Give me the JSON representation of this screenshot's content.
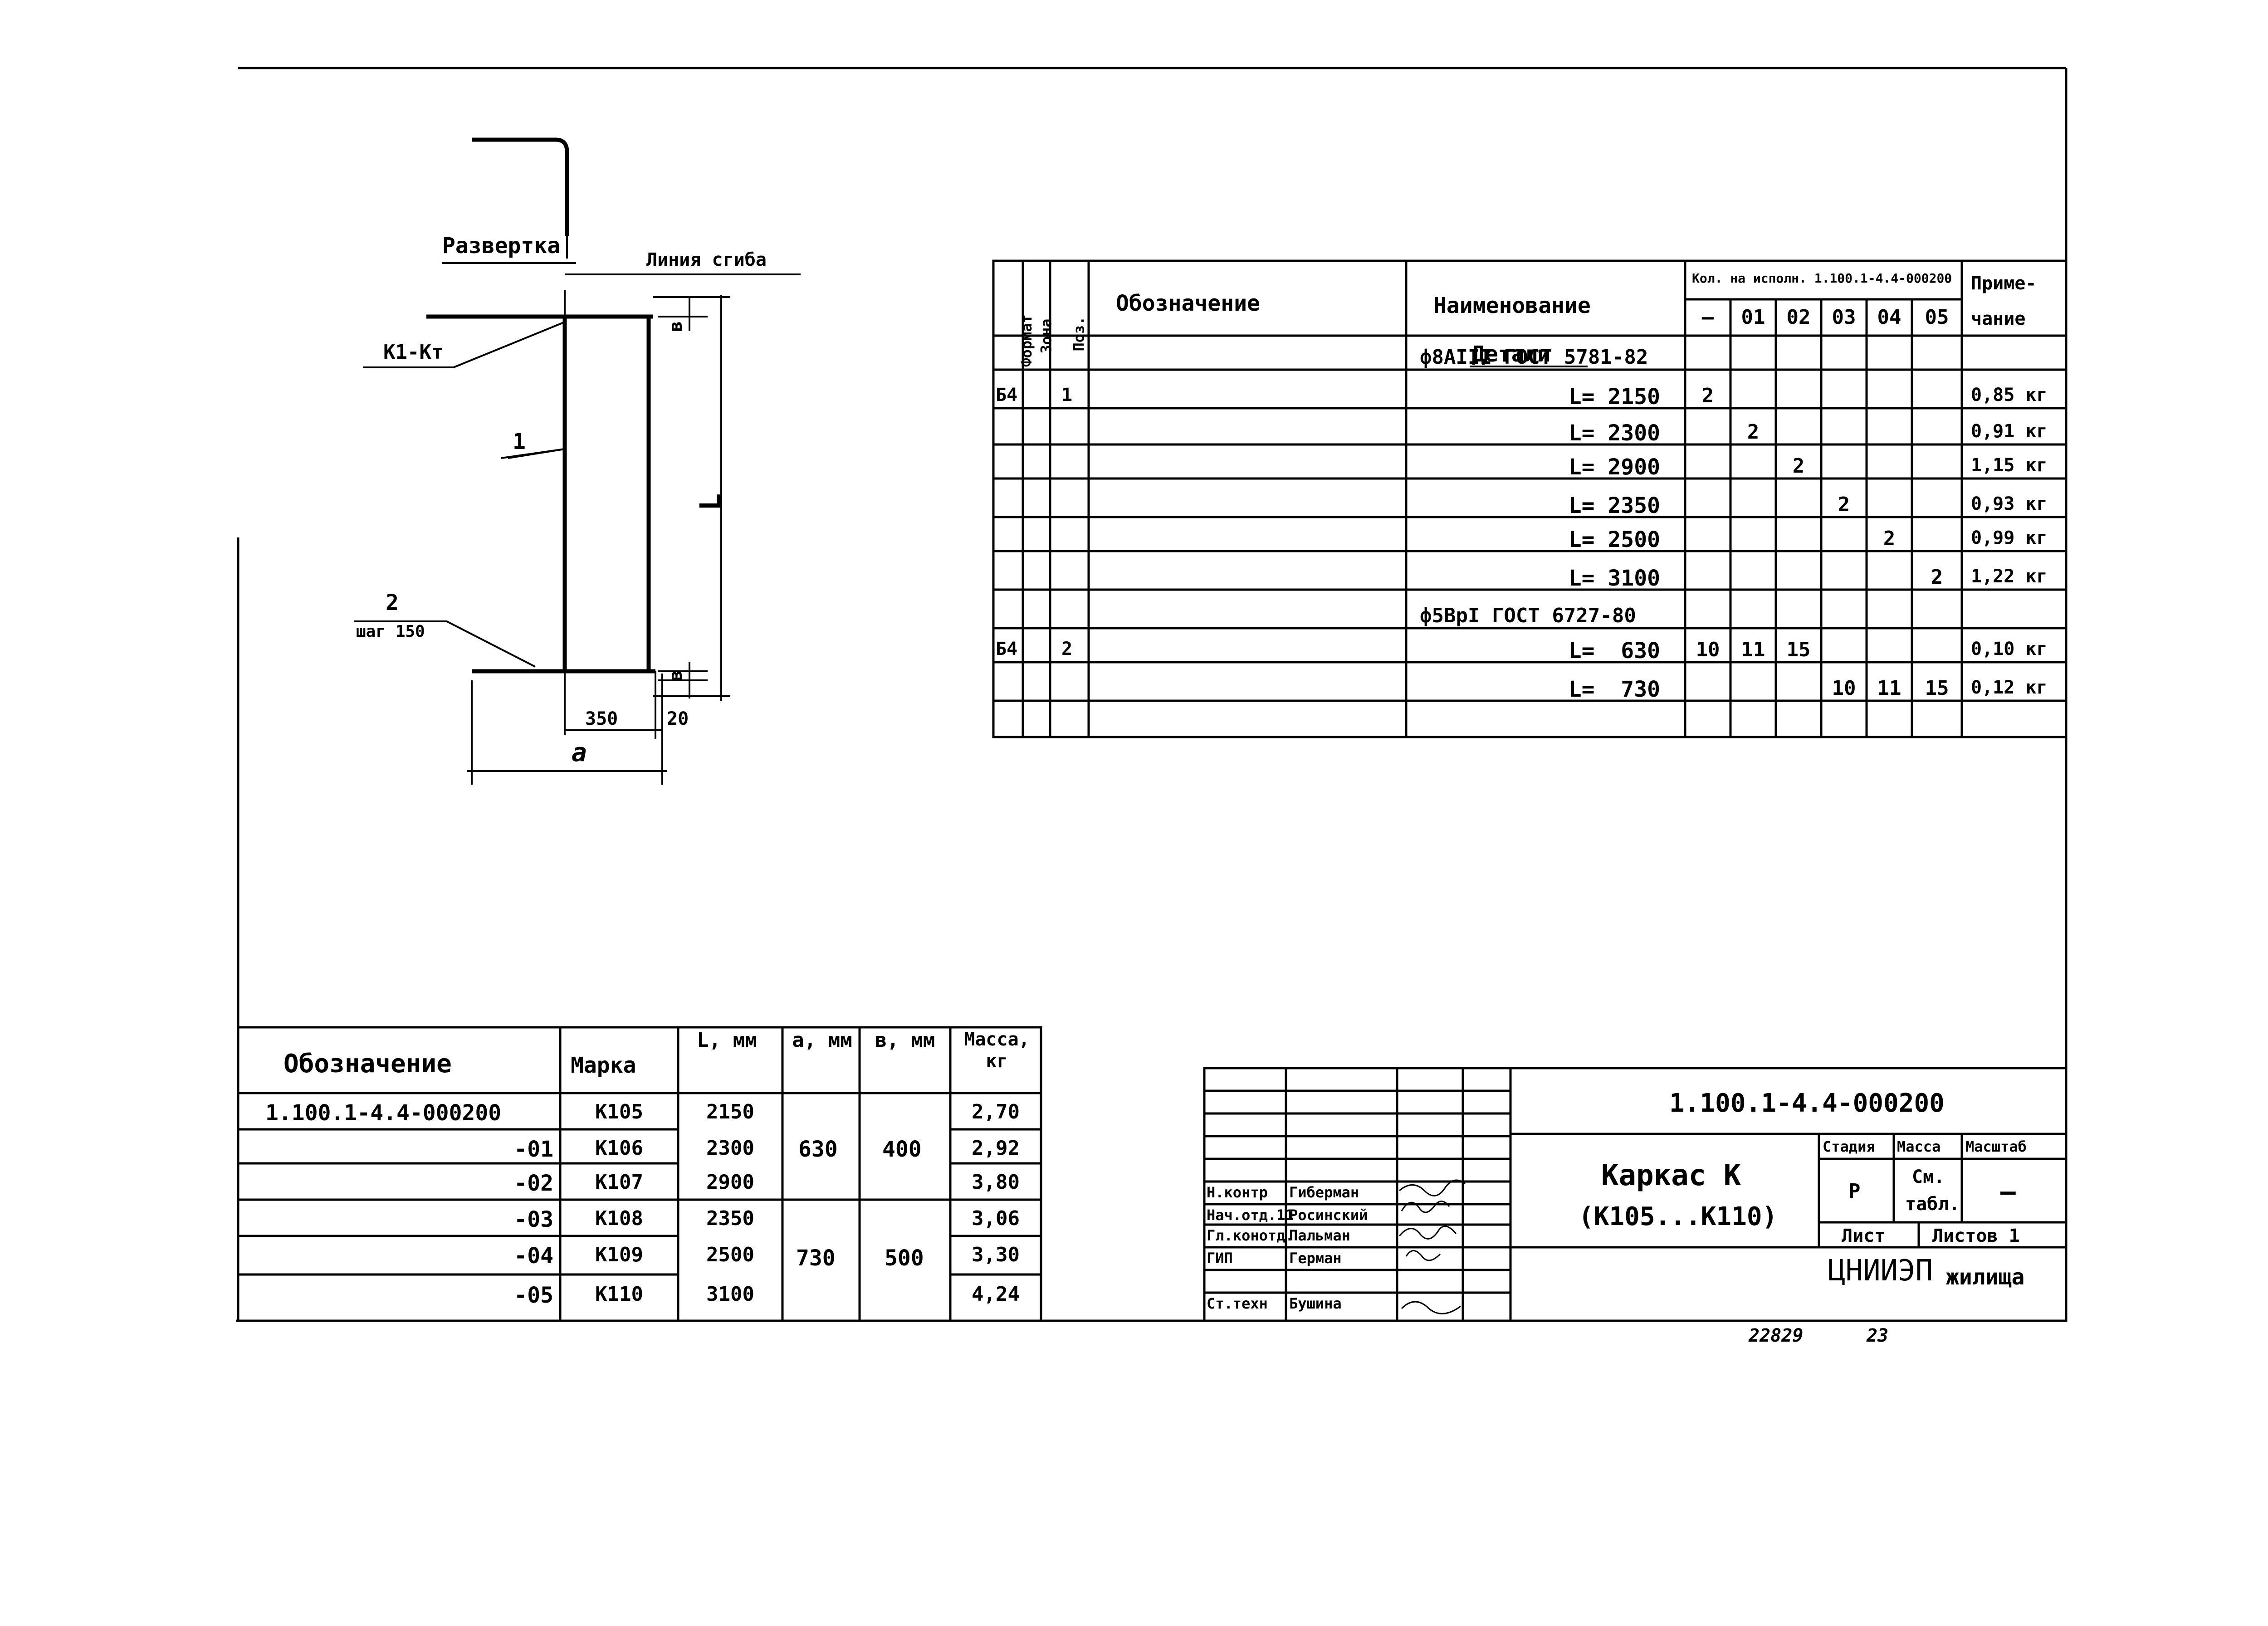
{
  "drawing": {
    "razvertka_label": "Развертка",
    "bend_line_label": "Линия сгиба",
    "callout_k1kt": "К1-Кт",
    "callout_pos1": "1",
    "callout_pos2": "2",
    "callout_step": "шаг 150",
    "dim_L": "L",
    "dim_b_top": "в",
    "dim_b_bottom": "в",
    "dim_350": "350",
    "dim_20": "20",
    "dim_a": "а"
  },
  "spec": {
    "col_format": "Формат",
    "col_zona": "Зона",
    "col_poz": "Поз.",
    "col_oboznachenie": "Обозначение",
    "col_naimenovanie": "Наименование",
    "col_kol": "Кол. на исполн. 1.100.1-4.4-000200",
    "col_prim1": "Приме-",
    "col_prim2": "чание",
    "variants": [
      "—",
      "01",
      "02",
      "03",
      "04",
      "05"
    ],
    "section_title": "Детали",
    "rows": [
      {
        "format": "",
        "poz": "",
        "name": "ф8АIII ГОСТ 5781-82",
        "q": [
          "",
          "",
          "",
          "",
          "",
          ""
        ],
        "note": ""
      },
      {
        "format": "Б4",
        "poz": "1",
        "name": "L= 2150",
        "q": [
          "2",
          "",
          "",
          "",
          "",
          ""
        ],
        "note": "0,85 кг"
      },
      {
        "format": "",
        "poz": "",
        "name": "L= 2300",
        "q": [
          "",
          "2",
          "",
          "",
          "",
          ""
        ],
        "note": "0,91 кг"
      },
      {
        "format": "",
        "poz": "",
        "name": "L= 2900",
        "q": [
          "",
          "",
          "2",
          "",
          "",
          ""
        ],
        "note": "1,15 кг"
      },
      {
        "format": "",
        "poz": "",
        "name": "L= 2350",
        "q": [
          "",
          "",
          "",
          "2",
          "",
          ""
        ],
        "note": "0,93 кг"
      },
      {
        "format": "",
        "poz": "",
        "name": "L= 2500",
        "q": [
          "",
          "",
          "",
          "",
          "2",
          ""
        ],
        "note": "0,99 кг"
      },
      {
        "format": "",
        "poz": "",
        "name": "L= 3100",
        "q": [
          "",
          "",
          "",
          "",
          "",
          "2"
        ],
        "note": "1,22 кг"
      },
      {
        "format": "",
        "poz": "",
        "name": "ф5ВрI ГОСТ 6727-80",
        "q": [
          "",
          "",
          "",
          "",
          "",
          ""
        ],
        "note": ""
      },
      {
        "format": "Б4",
        "poz": "2",
        "name": "L=  630",
        "q": [
          "10",
          "11",
          "15",
          "",
          "",
          ""
        ],
        "note": "0,10 кг"
      },
      {
        "format": "",
        "poz": "",
        "name": "L=  730",
        "q": [
          "",
          "",
          "",
          "10",
          "11",
          "15"
        ],
        "note": "0,12 кг"
      }
    ]
  },
  "marks_table": {
    "headers": [
      "Обозначение",
      "Марка",
      "L, мм",
      "а, мм",
      "в, мм",
      "Масса, кг"
    ],
    "rows": [
      {
        "designation": "1.100.1-4.4-000200",
        "mark": "К105",
        "L": "2150",
        "mass": "2,70"
      },
      {
        "designation": "-01",
        "mark": "К106",
        "L": "2300",
        "mass": "2,92"
      },
      {
        "designation": "-02",
        "mark": "К107",
        "L": "2900",
        "mass": "3,80"
      },
      {
        "designation": "-03",
        "mark": "К108",
        "L": "2350",
        "mass": "3,06"
      },
      {
        "designation": "-04",
        "mark": "К109",
        "L": "2500",
        "mass": "3,30"
      },
      {
        "designation": "-05",
        "mark": "К110",
        "L": "3100",
        "mass": "4,24"
      }
    ],
    "a_group1": "630",
    "b_group1": "400",
    "a_group2": "730",
    "b_group2": "500"
  },
  "title_block": {
    "doc_code": "1.100.1-4.4-000200",
    "title_line1": "Каркас К",
    "title_line2": "(К105...К110)",
    "stadia_label": "Стадия",
    "massa_label": "Масса",
    "masshtab_label": "Масштаб",
    "stadia_value": "Р",
    "massa_value_1": "См.",
    "massa_value_2": "табл.",
    "masshtab_value": "—",
    "list_label": "Лист",
    "listov_label": "Листов 1",
    "org_1": "ЦНИИЭП",
    "org_2": "жилища",
    "people": [
      {
        "role": "Н.контр",
        "name": "Гиберман"
      },
      {
        "role": "Нач.отд.11",
        "name": "Росинский"
      },
      {
        "role": "Гл.конотд.",
        "name": "Пальман"
      },
      {
        "role": "ГИП",
        "name": "Герман"
      },
      {
        "role": "",
        "name": ""
      },
      {
        "role": "Ст.техн",
        "name": "Бушина"
      }
    ]
  },
  "footer": {
    "inventory": "22829",
    "page": "23"
  }
}
